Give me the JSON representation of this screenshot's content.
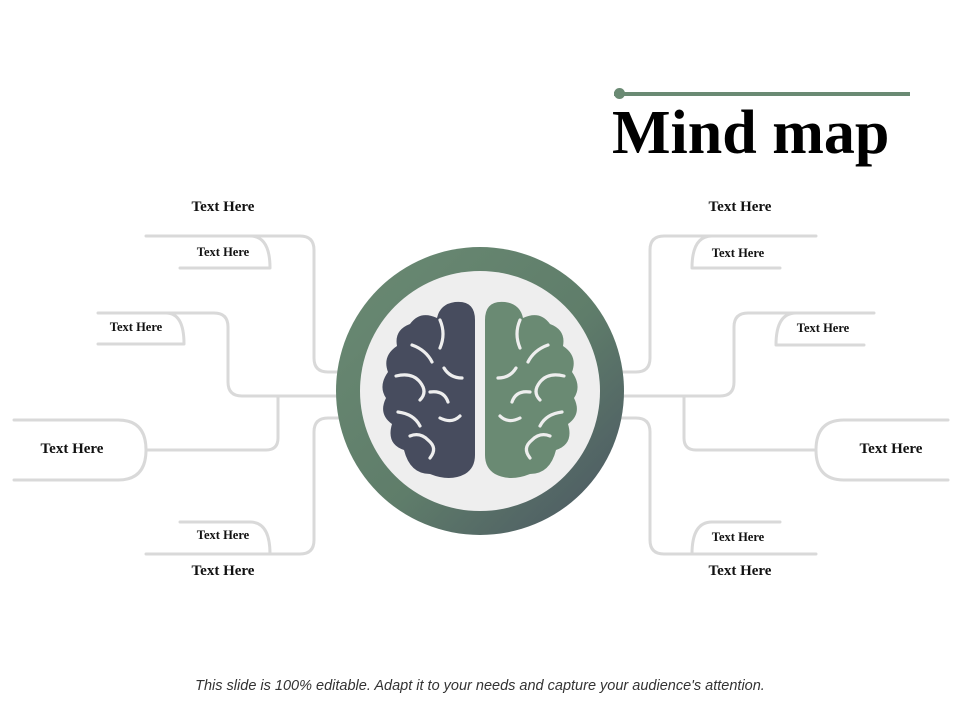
{
  "title": "Mind map",
  "footer": "This slide is 100% editable. Adapt it to your needs and capture your audience's attention.",
  "colors": {
    "accent_green": "#6a8a73",
    "dark_slate": "#474c5e",
    "connector": "#d9d9d9"
  },
  "center_icon": "brain-icon",
  "left_top": {
    "title": "Text Here",
    "sub": "Text Here"
  },
  "left_middle": {
    "sub": "Text Here"
  },
  "left_main": {
    "title": "Text Here"
  },
  "left_bottom": {
    "sub": "Text Here",
    "title": "Text Here"
  },
  "right_top": {
    "title": "Text Here",
    "sub": "Text Here"
  },
  "right_middle": {
    "sub": "Text Here"
  },
  "right_main": {
    "title": "Text Here"
  },
  "right_bottom": {
    "sub": "Text Here",
    "title": "Text Here"
  }
}
